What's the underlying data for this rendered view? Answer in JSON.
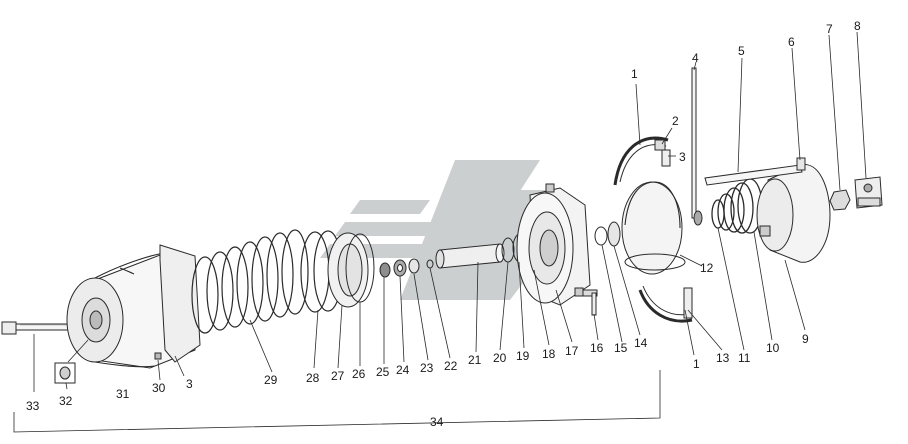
{
  "diagram": {
    "labels": {
      "p1a": "1",
      "p2": "2",
      "p3a": "3",
      "p4": "4",
      "p5": "5",
      "p6": "6",
      "p7": "7",
      "p8": "8",
      "p9": "9",
      "p10": "10",
      "p11": "11",
      "p12": "12",
      "p13": "13",
      "p14": "14",
      "p15": "15",
      "p16": "16",
      "p17": "17",
      "p18": "18",
      "p19": "19",
      "p20": "20",
      "p21": "21",
      "p22": "22",
      "p23": "23",
      "p24": "24",
      "p25": "25",
      "p26": "26",
      "p27": "27",
      "p28": "28",
      "p29": "29",
      "p30": "30",
      "p31": "31",
      "p32": "32",
      "p33": "33",
      "p34": "34",
      "p3b": "3",
      "p1b": "1"
    },
    "colors": {
      "line": "#2a2a2a",
      "watermark": "#bfc3c5",
      "part_fill": "#f4f4f4",
      "part_shade": "#d9d9d9"
    }
  }
}
